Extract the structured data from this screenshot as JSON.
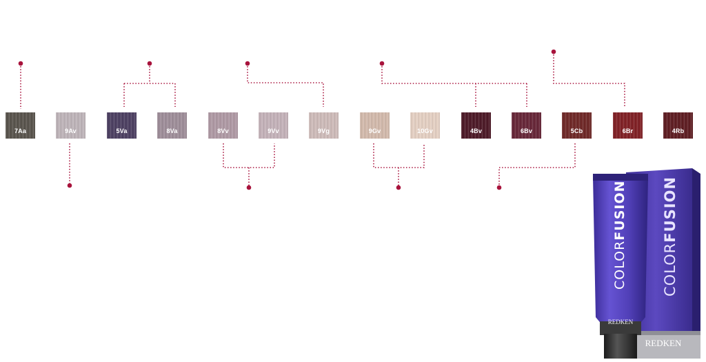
{
  "swatches": [
    {
      "code": "7Aa",
      "color": "#57524b"
    },
    {
      "code": "9Av",
      "color": "#bdb3b8"
    },
    {
      "code": "5Va",
      "color": "#4b3e60"
    },
    {
      "code": "8Va",
      "color": "#9d8c98"
    },
    {
      "code": "8Vv",
      "color": "#ae98a3"
    },
    {
      "code": "9Vv",
      "color": "#c3b1b8"
    },
    {
      "code": "9Vg",
      "color": "#cdbab8"
    },
    {
      "code": "9Gv",
      "color": "#d2b9ab"
    },
    {
      "code": "10Gv",
      "color": "#e4cfc2"
    },
    {
      "code": "4Bv",
      "color": "#4b1725"
    },
    {
      "code": "6Bv",
      "color": "#652436"
    },
    {
      "code": "5Cb",
      "color": "#6d2625"
    },
    {
      "code": "6Br",
      "color": "#7f1e23"
    },
    {
      "code": "4Rb",
      "color": "#5d1b20"
    }
  ],
  "colors": {
    "connector": "#a8133c",
    "tube": "#4f3aa8",
    "tube_dark": "#2c2080"
  },
  "product": {
    "brand_light": "COLOR",
    "brand_bold": "FUSION",
    "maker": "REDKEN"
  }
}
